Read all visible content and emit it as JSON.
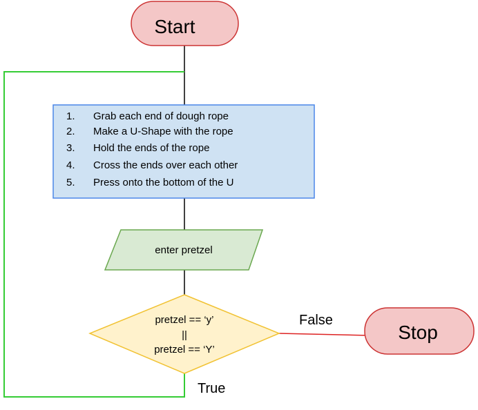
{
  "diagram": {
    "start_label": "Start",
    "stop_label": "Stop",
    "steps": [
      {
        "number": "1.",
        "text": "Grab each end of dough rope"
      },
      {
        "number": "2.",
        "text": "Make a U-Shape with the rope"
      },
      {
        "number": "3.",
        "text": "Hold the ends of the rope"
      },
      {
        "number": "4.",
        "text": "Cross the ends over each other"
      },
      {
        "number": "5.",
        "text": "Press onto the bottom of the U"
      }
    ],
    "input_label": "enter pretzel",
    "decision": {
      "line1": "pretzel == ‘y’",
      "line2": "||",
      "line3": "pretzel == ‘Y’"
    },
    "false_label": "False",
    "true_label": "True"
  },
  "colors": {
    "terminal_fill": "#f4c7c7",
    "terminal_stroke": "#cc3333",
    "process_fill": "#cfe2f3",
    "process_stroke": "#4a86e8",
    "input_fill": "#d9ead3",
    "input_stroke": "#6aa84f",
    "decision_fill": "#fff2cc",
    "decision_stroke": "#f1c232",
    "loop_line": "#33cc33",
    "false_line": "#dd2222",
    "connector": "#000000"
  }
}
